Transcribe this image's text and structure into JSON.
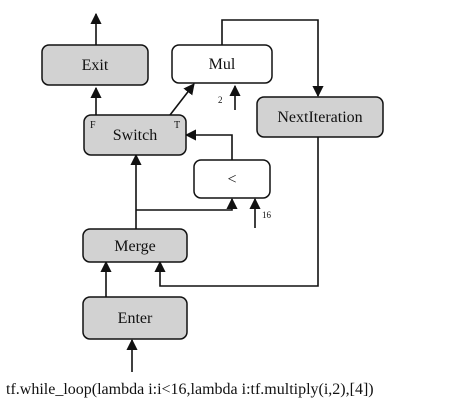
{
  "colors": {
    "op_fill": "#d2d2d2",
    "plain_fill": "#ffffff",
    "stroke": "#111111"
  },
  "nodes": {
    "exit": "Exit",
    "mul": "Mul",
    "switch": "Switch",
    "next_iteration": "NextIteration",
    "less": "<",
    "merge": "Merge",
    "enter": "Enter"
  },
  "ports": {
    "switch_false": "F",
    "switch_true": "T"
  },
  "constants": {
    "mul_input": "2",
    "less_input": "16"
  },
  "caption": "tf.while_loop(lambda i:i<16,lambda i:tf.multiply(i,2),[4])"
}
